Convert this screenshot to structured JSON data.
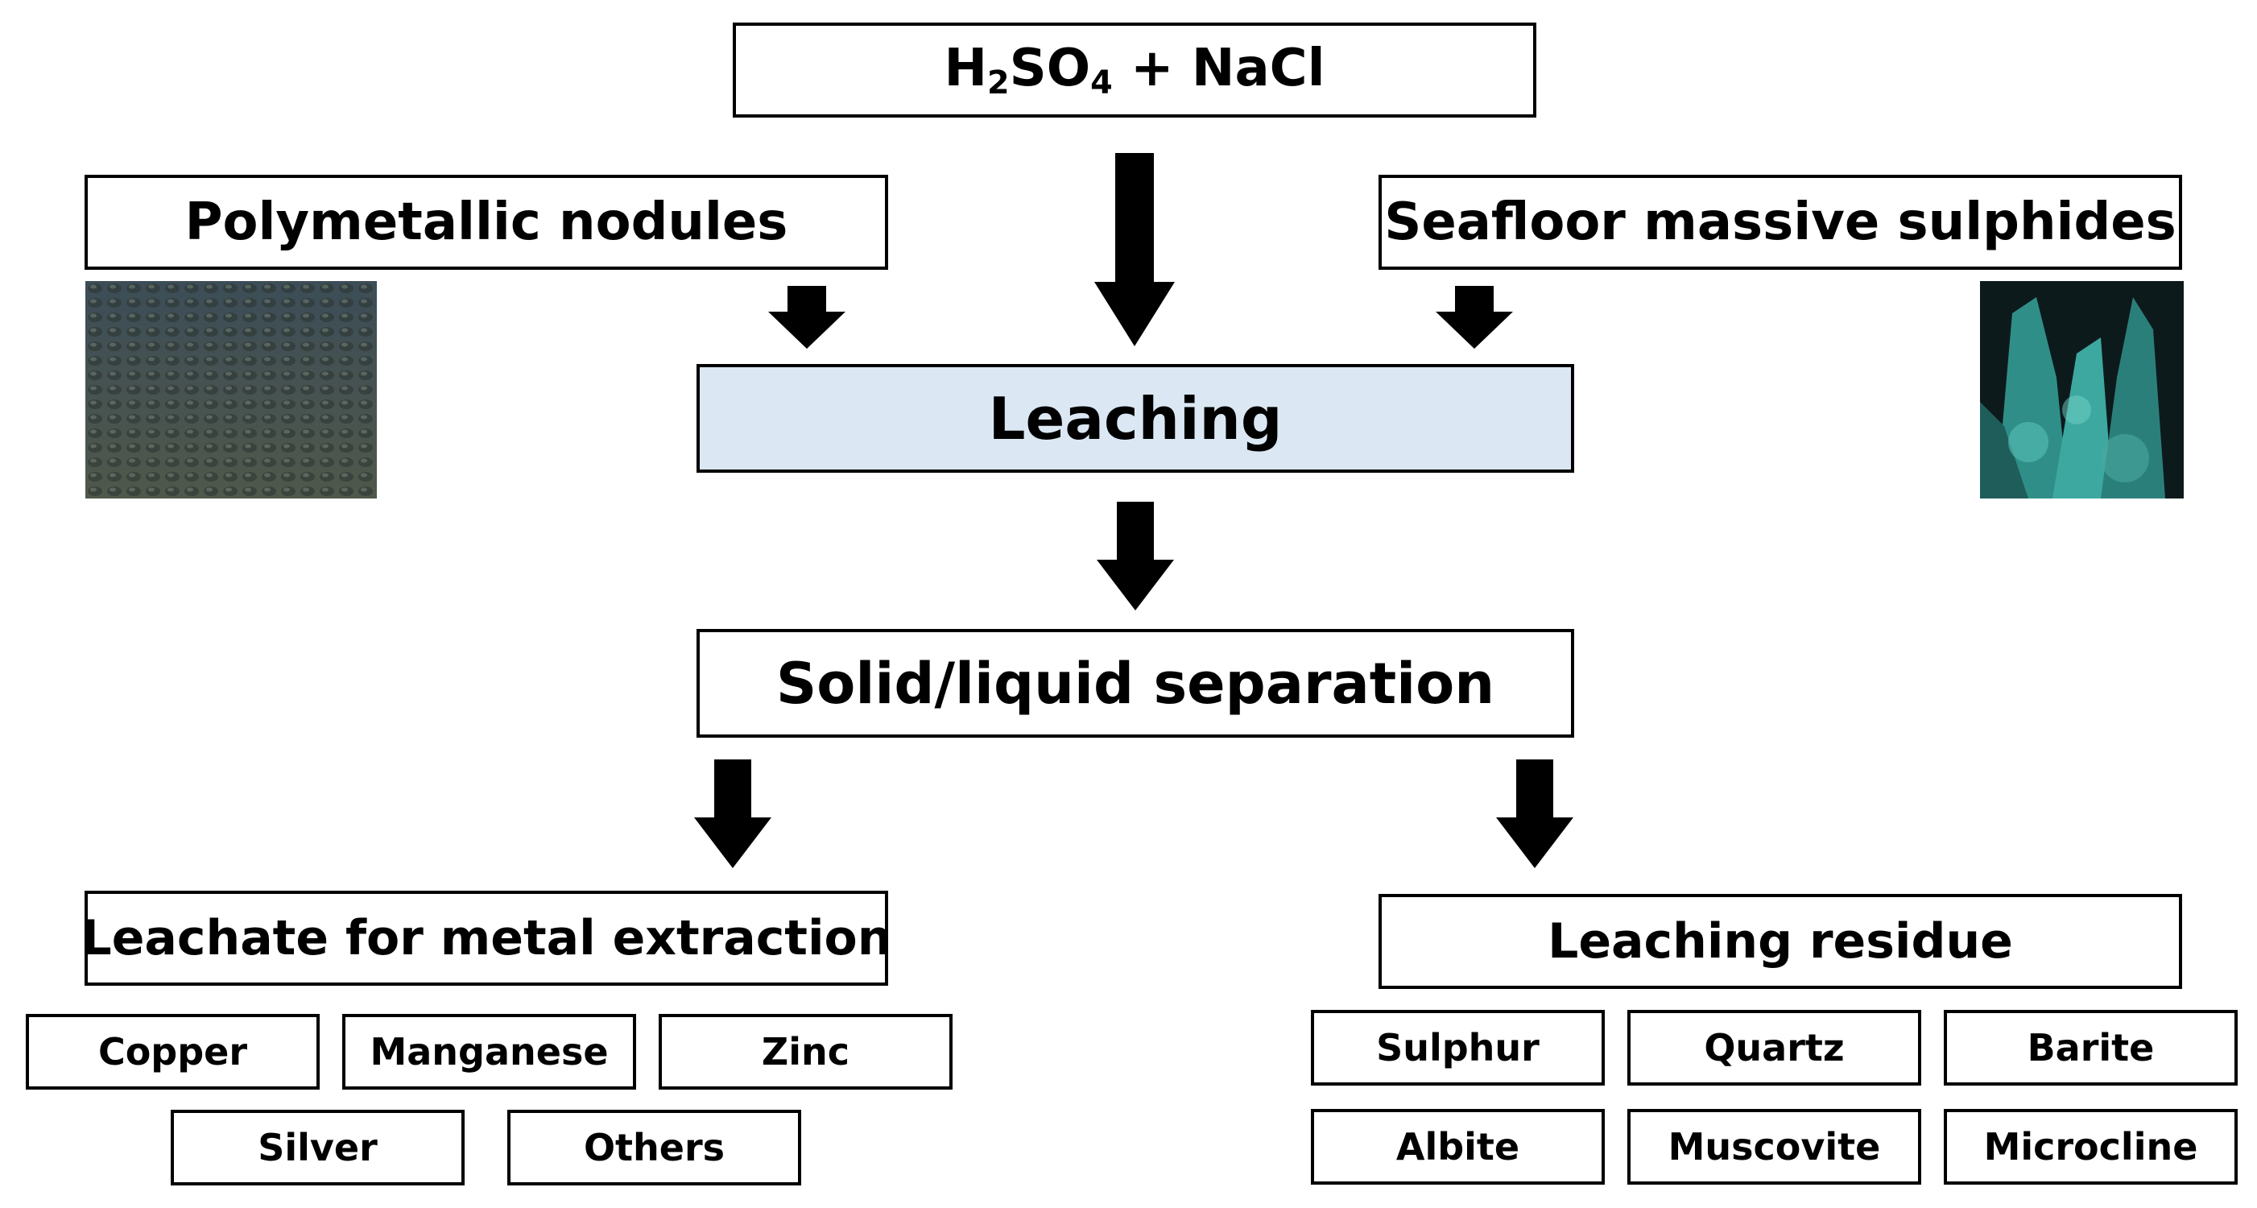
{
  "reagent": {
    "h": "H",
    "sub2": "2",
    "so": "SO",
    "sub4": "4",
    "rest": " + NaCl"
  },
  "inputs": {
    "left": "Polymetallic nodules",
    "right": "Seafloor massive sulphides"
  },
  "process": {
    "leaching": "Leaching",
    "separation": "Solid/liquid separation"
  },
  "outputs": {
    "leachate": {
      "title": "Leachate for metal extraction",
      "items": [
        "Copper",
        "Manganese",
        "Zinc",
        "Silver",
        "Others"
      ]
    },
    "residue": {
      "title": "Leaching residue",
      "items": [
        "Sulphur",
        "Quartz",
        "Barite",
        "Albite",
        "Muscovite",
        "Microcline"
      ]
    }
  },
  "colors": {
    "leaching_fill": "#dbe8f3",
    "border": "#000000",
    "arrow": "#000000"
  },
  "icons": [
    "nodules-seafloor-photo",
    "sulphide-chimney-photo",
    "down-arrow-icon"
  ]
}
